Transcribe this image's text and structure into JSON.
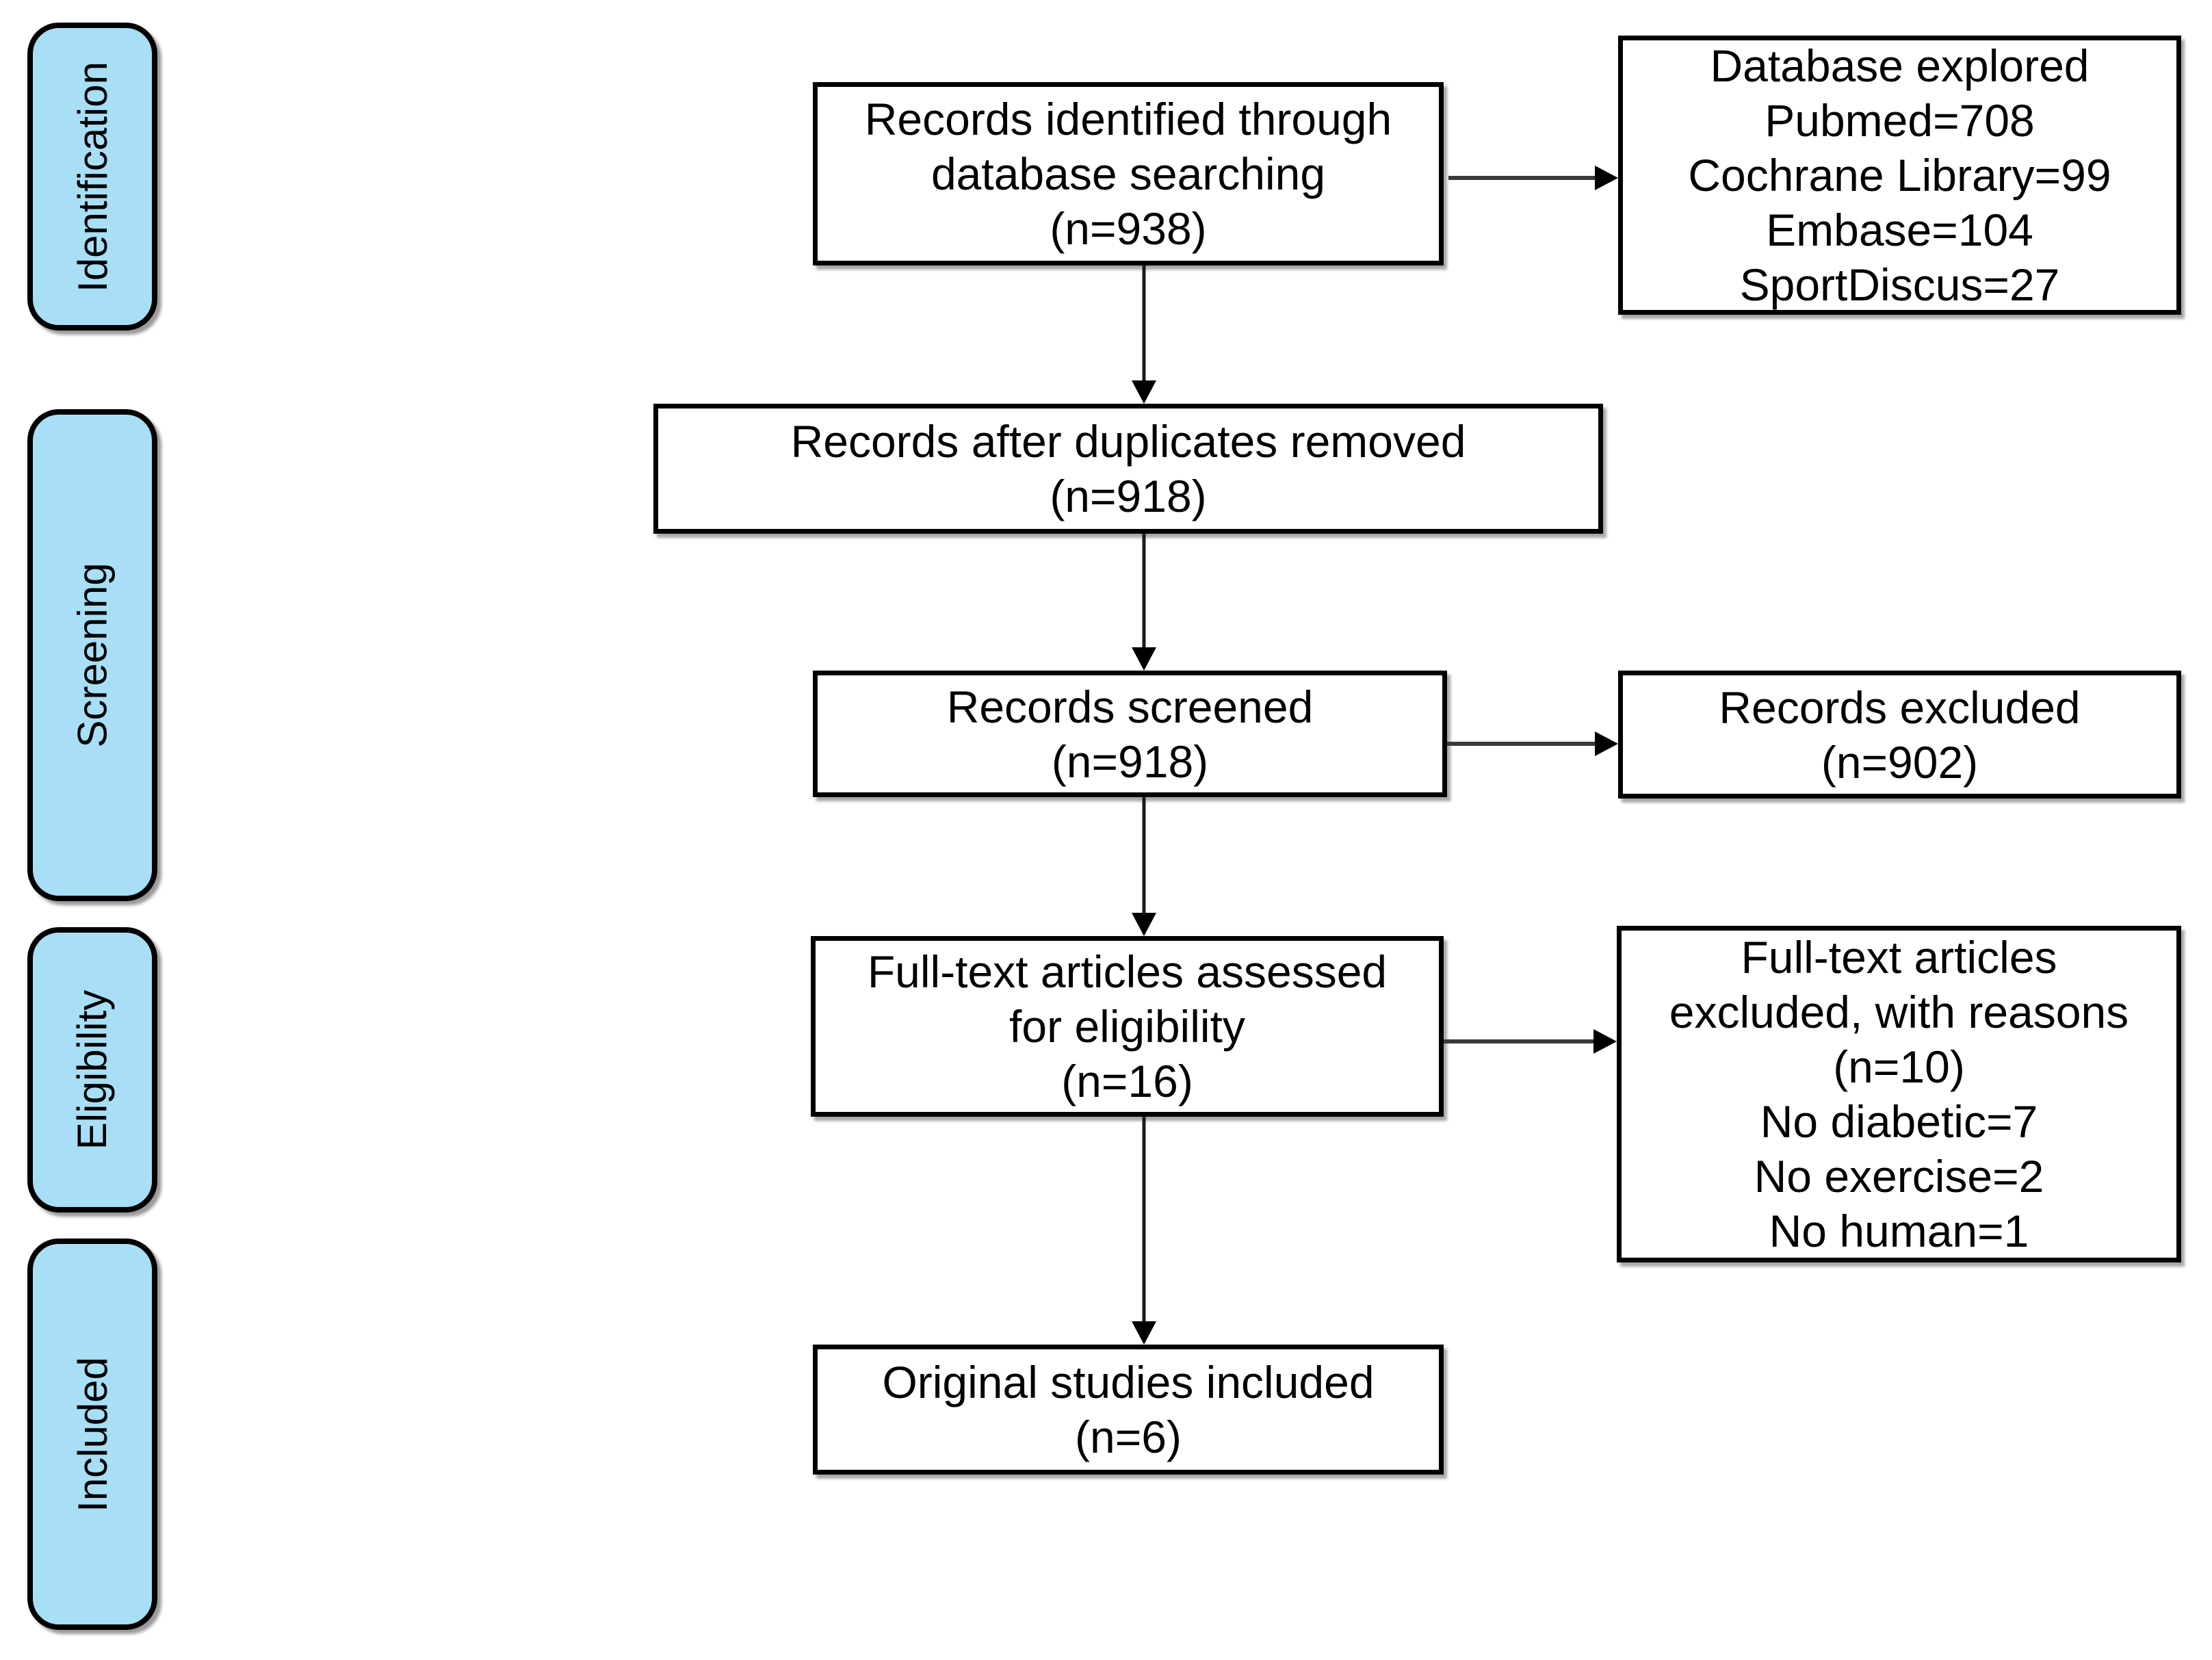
{
  "diagram": {
    "stages": [
      {
        "label": "Identification"
      },
      {
        "label": "Screening"
      },
      {
        "label": "Eligibility"
      },
      {
        "label": "Included"
      }
    ],
    "boxes": {
      "identified": {
        "lines": [
          "Records identified through",
          "database searching",
          "(n=938)"
        ]
      },
      "database_explored": {
        "lines": [
          "Database explored",
          "Pubmed=708",
          "Cochrane Library=99",
          "Embase=104",
          "SportDiscus=27"
        ]
      },
      "duplicates_removed": {
        "lines": [
          "Records after duplicates removed",
          "(n=918)"
        ]
      },
      "screened": {
        "lines": [
          "Records screened",
          "(n=918)"
        ]
      },
      "records_excluded": {
        "lines": [
          "Records excluded",
          "(n=902)"
        ]
      },
      "fulltext_assessed": {
        "lines": [
          "Full-text articles assessed",
          "for eligibility",
          "(n=16)"
        ]
      },
      "fulltext_excluded": {
        "lines": [
          "Full-text articles",
          "excluded, with reasons",
          "(n=10)",
          "No diabetic=7",
          "No exercise=2",
          "No human=1"
        ]
      },
      "included_studies": {
        "lines": [
          "Original studies included",
          "(n=6)"
        ]
      }
    },
    "colors": {
      "stage_fill": "#A8DEF6",
      "box_fill": "#FFFFFF",
      "border": "#000000",
      "connector": "#3A3A3A"
    }
  }
}
